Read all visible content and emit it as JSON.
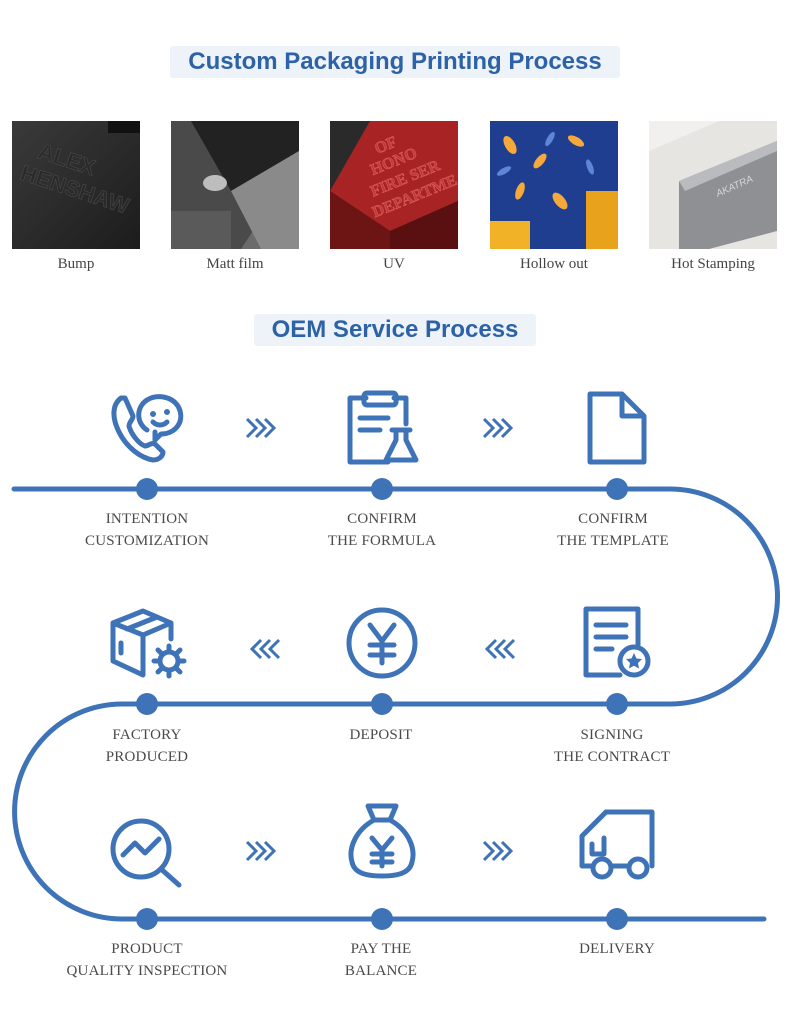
{
  "section1": {
    "title": "Custom Packaging Printing Process"
  },
  "finishes": [
    {
      "label": "Bump",
      "icon": "embossed-card-image"
    },
    {
      "label": "Matt film",
      "icon": "matt-box-image"
    },
    {
      "label": "UV",
      "icon": "red-uv-box-image"
    },
    {
      "label": "Hollow out",
      "icon": "hollow-blue-box-image"
    },
    {
      "label": "Hot Stamping",
      "icon": "grey-stamped-box-image"
    }
  ],
  "finish_texts": {
    "bump": "ALEX HENSHAW",
    "uv": "FIRE SERVICE DEPARTMENT",
    "stamp": "AKATRA"
  },
  "section2": {
    "title": "OEM Service Process"
  },
  "steps": [
    {
      "line1": "INTENTION",
      "line2": "CUSTOMIZATION",
      "icon": "phone-chat-icon"
    },
    {
      "line1": "CONFIRM",
      "line2": "THE FORMULA",
      "icon": "clipboard-flask-icon"
    },
    {
      "line1": "CONFIRM",
      "line2": "THE TEMPLATE",
      "icon": "document-icon"
    },
    {
      "line1": "FACTORY",
      "line2": "PRODUCED",
      "icon": "box-gear-icon"
    },
    {
      "line1": "DEPOSIT",
      "line2": "",
      "icon": "yen-coin-icon"
    },
    {
      "line1": "SIGNING",
      "line2": "THE CONTRACT",
      "icon": "contract-seal-icon"
    },
    {
      "line1": "PRODUCT",
      "line2": "QUALITY INSPECTION",
      "icon": "magnifier-chart-icon"
    },
    {
      "line1": "PAY THE",
      "line2": "BALANCE",
      "icon": "money-bag-icon"
    },
    {
      "line1": "DELIVERY",
      "line2": "",
      "icon": "truck-icon"
    }
  ],
  "colors": {
    "accent": "#3f73b7",
    "heading_text": "#2d63a6",
    "heading_bg": "#eef3fa"
  }
}
